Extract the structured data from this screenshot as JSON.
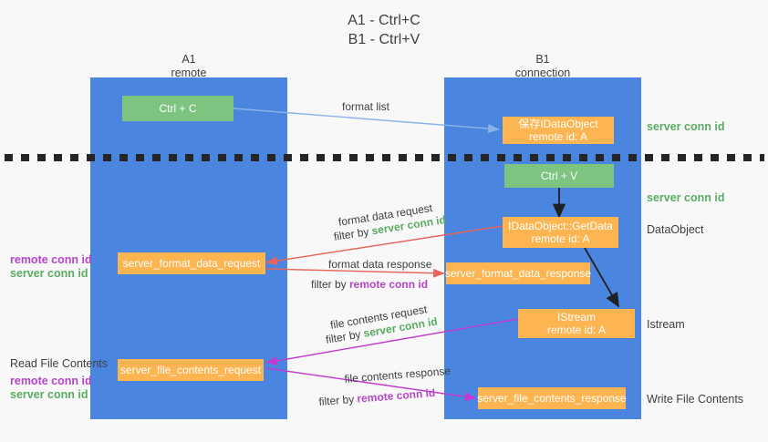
{
  "title": {
    "line1": "A1 - Ctrl+C",
    "line2": "B1 - Ctrl+V"
  },
  "colors": {
    "lane": "#4a86e0",
    "green_node": "#7cc47f",
    "orange_node": "#fcb550",
    "server_conn_id": "#5aab62",
    "remote_conn_id": "#b446c8",
    "arrow_format_list": "#8ab4e8",
    "arrow_format_data": "#e8645a",
    "arrow_file_contents": "#c23bd0",
    "arrow_black": "#202124",
    "background": "#f8f8f8"
  },
  "columns": [
    {
      "name": "A1",
      "sub": "remote"
    },
    {
      "name": "B1",
      "sub": "connection"
    }
  ],
  "nodes": {
    "ctrl_c": {
      "label": "Ctrl + C"
    },
    "save_idataobject": {
      "line1": "保存IDataObject",
      "line2": "remote id: A"
    },
    "ctrl_v": {
      "label": "Ctrl + V"
    },
    "getdata": {
      "line1": "IDataObject::GetData",
      "line2": "remote id: A"
    },
    "server_format_data_request": {
      "label": "server_format_data_request"
    },
    "server_format_data_response": {
      "label": "server_format_data_response"
    },
    "istream": {
      "line1": "IStream",
      "line2": "remote id: A"
    },
    "server_file_contents_request": {
      "label": "server_file_contents_request"
    },
    "server_file_contents_response": {
      "label": "server_file_contents_response"
    }
  },
  "edge_labels": {
    "format_list": "format list",
    "format_data_request": "format data request",
    "format_data_request_filter_prefix": "filter by ",
    "format_data_request_filter_key": "server conn id",
    "format_data_response": "format data response",
    "format_data_response_filter_prefix": "filter by ",
    "format_data_response_filter_key": "remote conn id",
    "file_contents_request": "file contents request",
    "file_contents_request_filter_prefix": "filter by ",
    "file_contents_request_filter_key": "server conn id",
    "file_contents_response": "file contents response",
    "file_contents_response_filter_prefix": "filter by ",
    "file_contents_response_filter_key": "remote conn id"
  },
  "annotations": {
    "right_server_conn_id_top": "server conn id",
    "right_server_conn_id_mid": "server conn id",
    "dataobject": "DataObject",
    "istream": "Istream",
    "write_file_contents": "Write File Contents",
    "left_remote_conn_id_1": "remote conn id",
    "left_server_conn_id_1": "server conn id",
    "read_file_contents": "Read File Contents",
    "left_remote_conn_id_2": "remote conn id",
    "left_server_conn_id_2": "server conn id"
  }
}
